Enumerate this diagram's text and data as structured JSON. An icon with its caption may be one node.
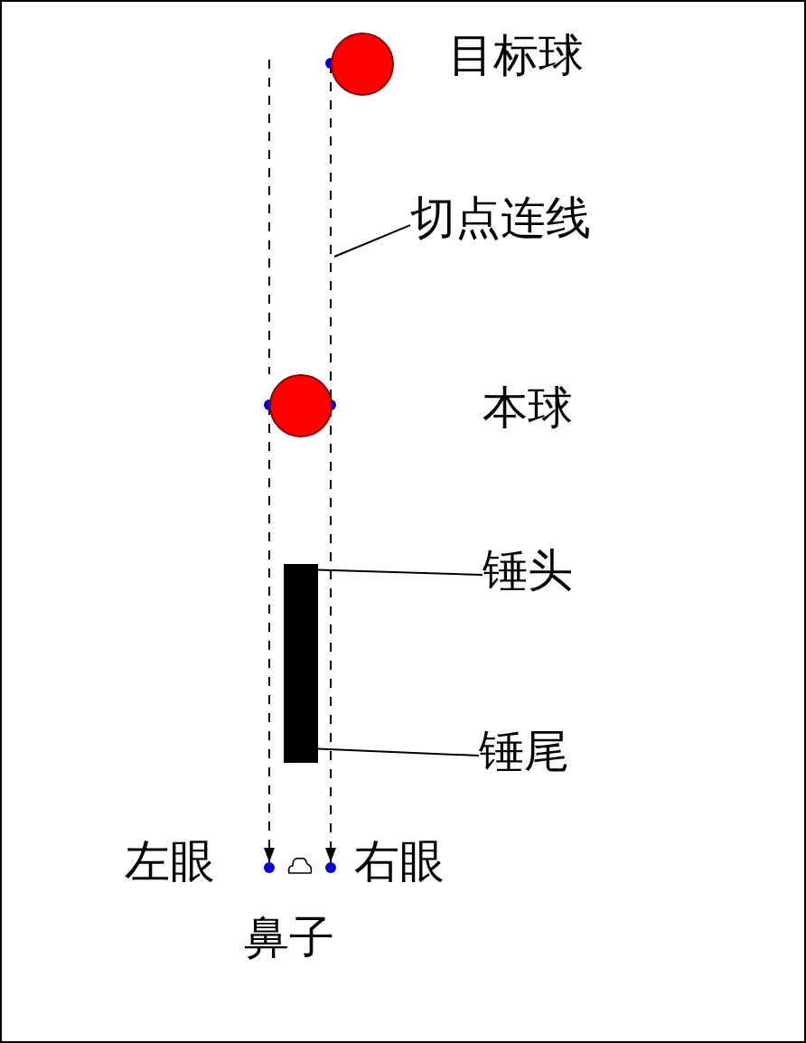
{
  "diagram": {
    "nodes": [
      {
        "text": [],
        "shape": "circle",
        "beside": [
          "目标球"
        ]
      },
      {
        "text": [
          "切点连线"
        ]
      },
      {
        "text": [],
        "shape": "circle",
        "beside": [
          "本球"
        ]
      },
      {
        "text": [],
        "shape": "bar"
      },
      {
        "text": [
          "锤头"
        ]
      },
      {
        "text": [
          "锤尾"
        ]
      },
      {
        "text": [],
        "shape": "circle",
        "beside": [
          "左眼"
        ]
      },
      {
        "text": [],
        "shape": "cloud",
        "beside": [
          "鼻子"
        ]
      },
      {
        "text": [],
        "shape": "circle",
        "beside": [
          "右眼"
        ]
      }
    ],
    "edges": [
      {
        "from": 4,
        "to": 3,
        "arrow": "none"
      },
      {
        "from": 5,
        "to": 3,
        "arrow": "none"
      },
      {
        "from": 1,
        "to": null,
        "arrow": "none"
      },
      {
        "from": 2,
        "to": 6,
        "arrow": "to",
        "style": "dashed"
      },
      {
        "from": 0,
        "to": 8,
        "arrow": "to",
        "style": "dashed"
      }
    ]
  }
}
